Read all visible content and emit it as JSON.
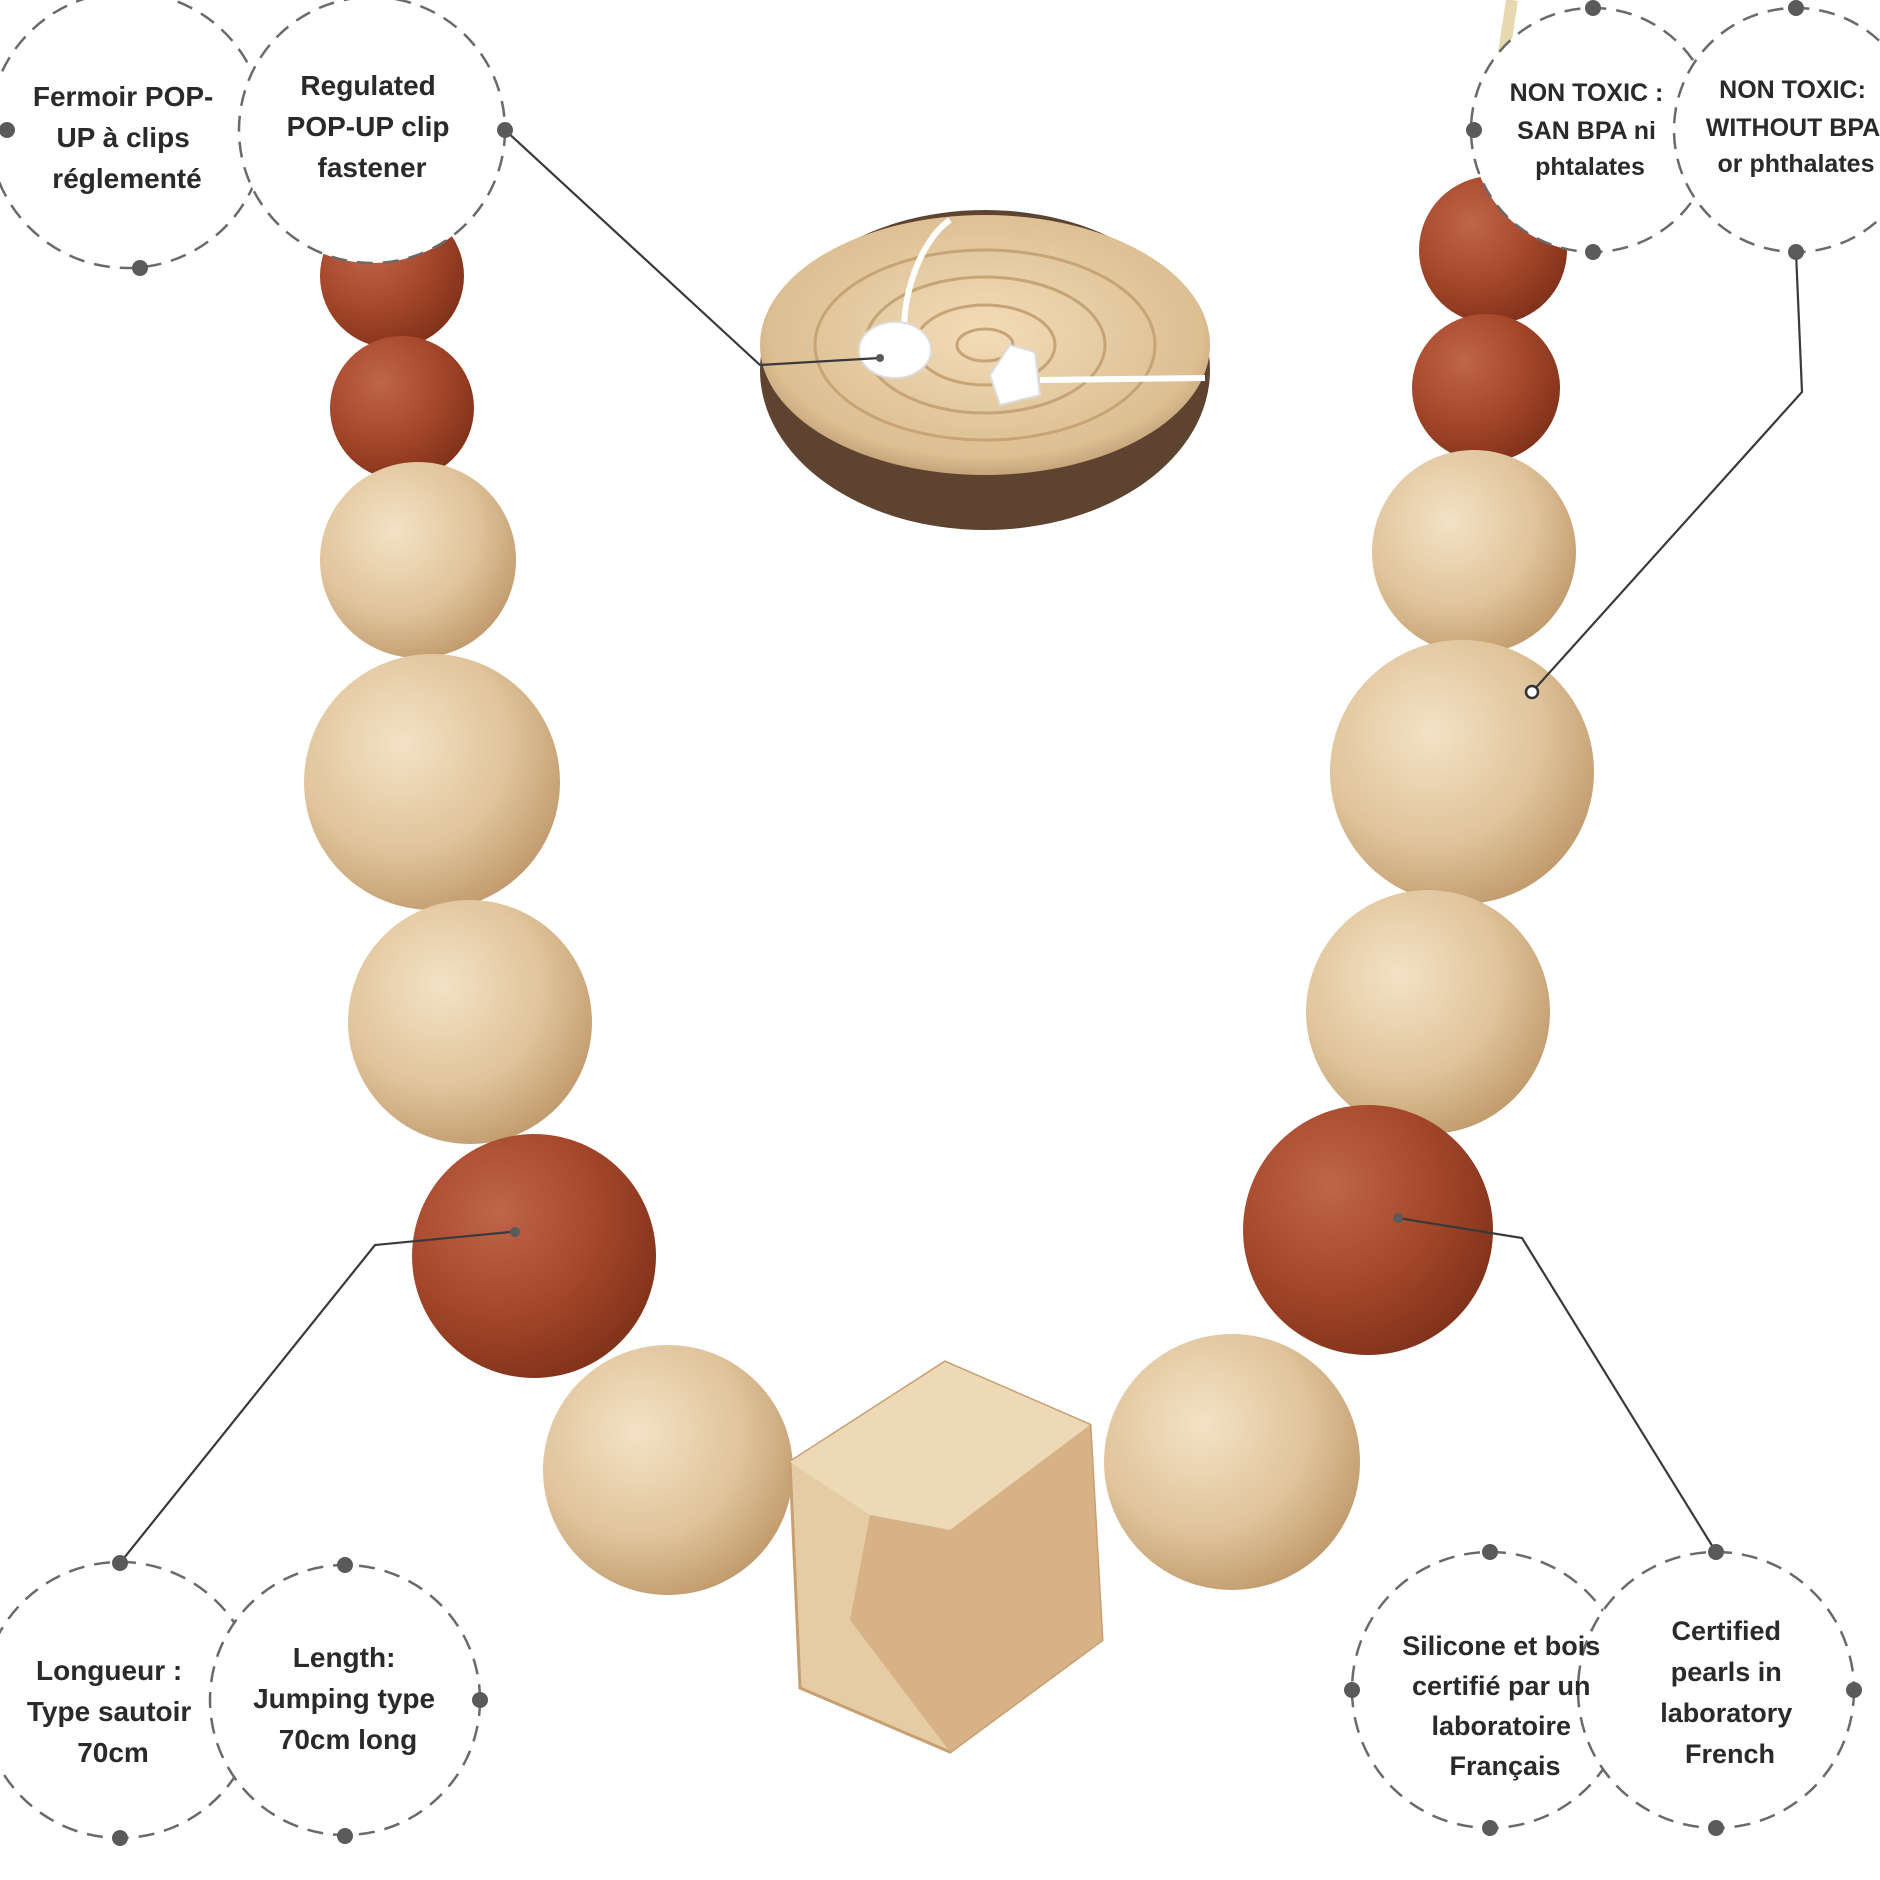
{
  "callouts": {
    "clasp": {
      "fr": [
        "Fermoir POP-",
        "UP à clips",
        "réglementé"
      ],
      "en": [
        "Regulated",
        "POP-UP clip",
        "fastener"
      ]
    },
    "nontoxic": {
      "fr": [
        "NON TOXIC :",
        "SAN BPA ni",
        "phtalates"
      ],
      "en": [
        "NON TOXIC:",
        "WITHOUT BPA",
        "or phthalates"
      ]
    },
    "length": {
      "fr": [
        "Longueur :",
        "Type sautoir",
        "70cm"
      ],
      "en": [
        "Length:",
        "Jumping type",
        "70cm long"
      ]
    },
    "certified": {
      "fr": [
        "Silicone et bois",
        "certifié par un",
        "laboratoire",
        "Français"
      ],
      "en": [
        "Certified",
        "pearls in",
        "laboratory",
        "French"
      ]
    }
  },
  "colors": {
    "terracotta": "#a84a2e",
    "wood": "#e2c7a0",
    "wood_dark": "#c9a478",
    "cord": "#e8dcb5",
    "bubble_stroke": "#6a6a6a"
  }
}
